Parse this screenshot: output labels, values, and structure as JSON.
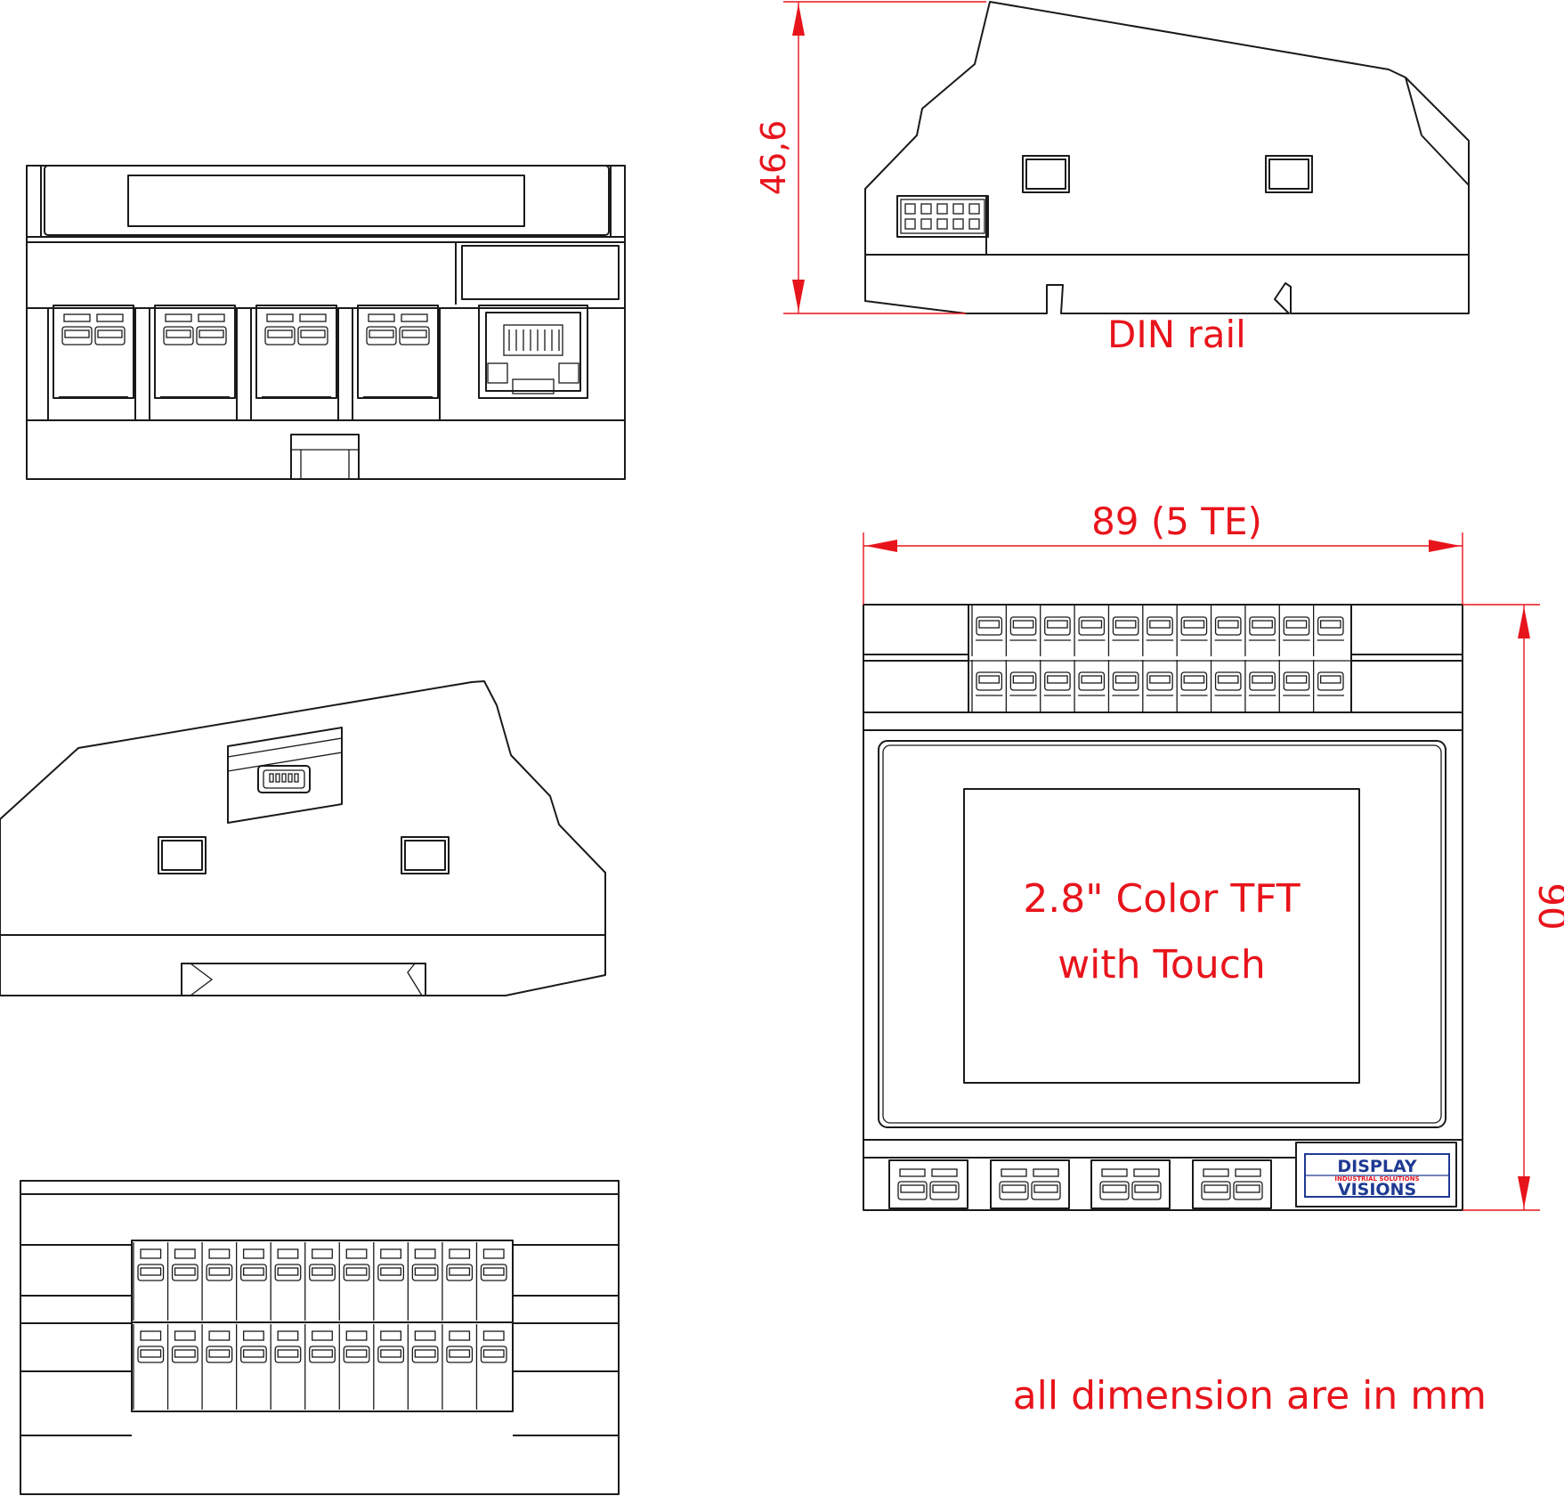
{
  "labels": {
    "height_dim": "46,6",
    "din_rail": "DIN rail",
    "width_dim": "89 (5 TE)",
    "depth_dim": "90",
    "display_line1": "2.8\" Color TFT",
    "display_line2": "with Touch",
    "units_note": "all dimension are in mm"
  },
  "logo": {
    "word_top": "DISPLAY",
    "tagline": "INDUSTRIAL SOLUTIONS",
    "word_bottom": "VISIONS"
  },
  "colors": {
    "dimension": "#e8141c",
    "outline": "#1a1a1a",
    "logo_blue": "#1f3a93"
  },
  "counts": {
    "terminal_pins_per_row": 11,
    "terminal_blocks_bottom": 4
  }
}
